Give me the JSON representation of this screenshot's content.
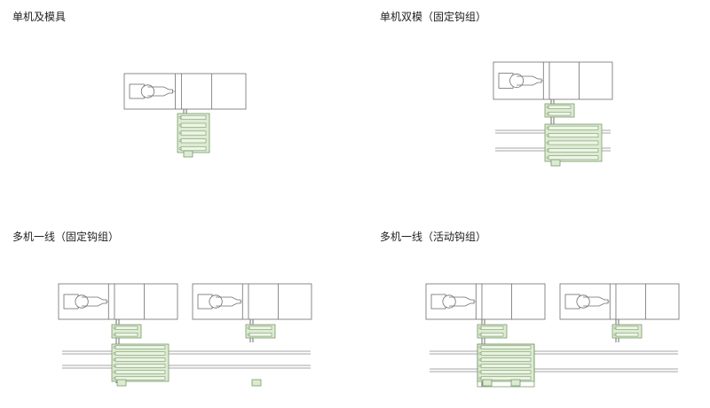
{
  "panels": [
    {
      "id": "single",
      "title": "单机及模具"
    },
    {
      "id": "single-double",
      "title": "单机双模（固定钩组）"
    },
    {
      "id": "multi-fixed",
      "title": "多机一线（固定钩组）"
    },
    {
      "id": "multi-active",
      "title": "多机一线（活动钩组）"
    }
  ],
  "colors": {
    "line": "#6f6f6f",
    "machine_fill": "#ffffff",
    "mold_fill": "#dcebd2",
    "mold_stroke": "#7a9a6a",
    "rail": "#888888",
    "background": "#ffffff"
  }
}
